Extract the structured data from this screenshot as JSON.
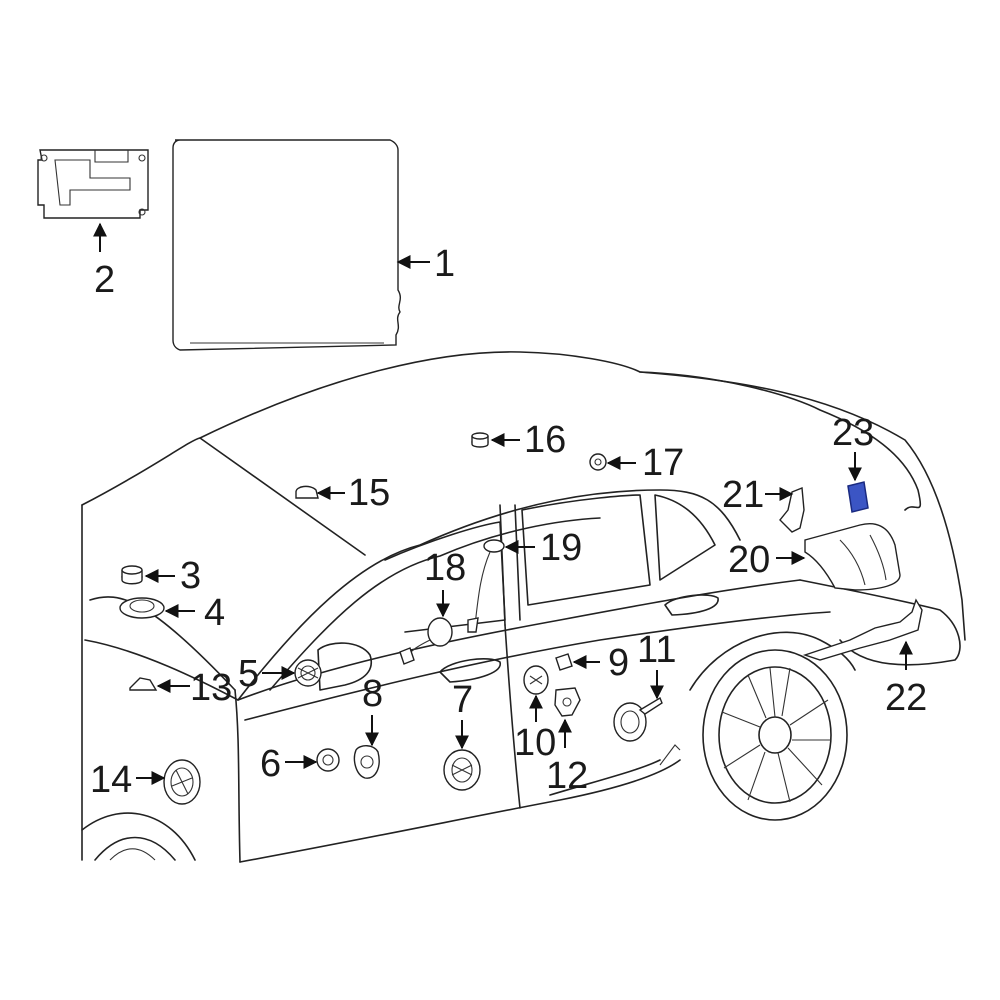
{
  "diagram": {
    "highlight_color": "#3b55c4",
    "callouts": [
      {
        "id": "1",
        "label": "1"
      },
      {
        "id": "2",
        "label": "2"
      },
      {
        "id": "3",
        "label": "3"
      },
      {
        "id": "4",
        "label": "4"
      },
      {
        "id": "5",
        "label": "5"
      },
      {
        "id": "6",
        "label": "6"
      },
      {
        "id": "7",
        "label": "7"
      },
      {
        "id": "8",
        "label": "8"
      },
      {
        "id": "9",
        "label": "9"
      },
      {
        "id": "10",
        "label": "10"
      },
      {
        "id": "11",
        "label": "11"
      },
      {
        "id": "12",
        "label": "12"
      },
      {
        "id": "13",
        "label": "13"
      },
      {
        "id": "14",
        "label": "14"
      },
      {
        "id": "15",
        "label": "15"
      },
      {
        "id": "16",
        "label": "16"
      },
      {
        "id": "17",
        "label": "17"
      },
      {
        "id": "18",
        "label": "18"
      },
      {
        "id": "19",
        "label": "19"
      },
      {
        "id": "20",
        "label": "20"
      },
      {
        "id": "21",
        "label": "21"
      },
      {
        "id": "22",
        "label": "22"
      },
      {
        "id": "23",
        "label": "23"
      }
    ],
    "highlighted_part": "23"
  }
}
